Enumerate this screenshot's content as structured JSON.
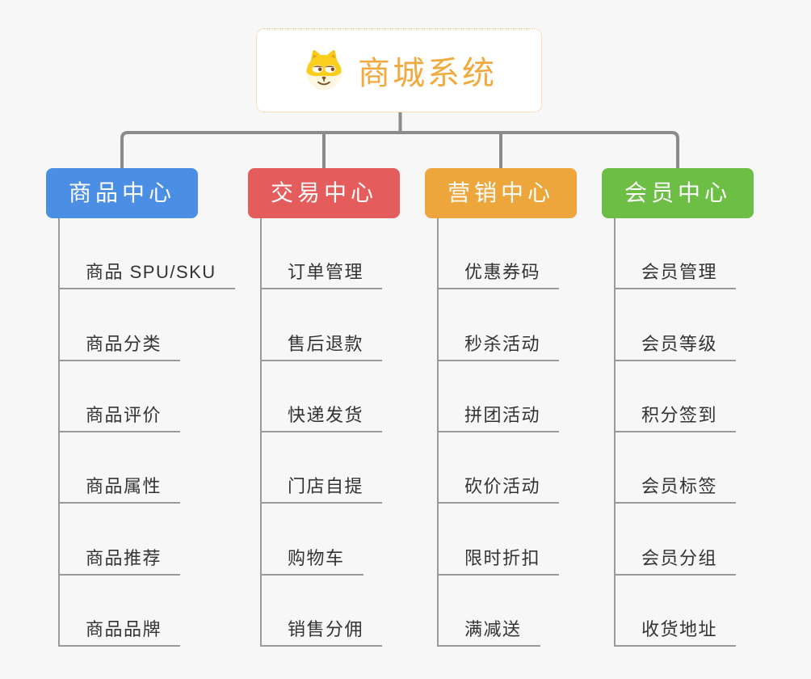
{
  "root": {
    "title": "商城系统",
    "icon": "doge-face-icon"
  },
  "branches": [
    {
      "label": "商品中心",
      "color": "#4A8FE4",
      "items": [
        "商品 SPU/SKU",
        "商品分类",
        "商品评价",
        "商品属性",
        "商品推荐",
        "商品品牌"
      ]
    },
    {
      "label": "交易中心",
      "color": "#E45C5C",
      "items": [
        "订单管理",
        "售后退款",
        "快递发货",
        "门店自提",
        "购物车",
        "销售分佣"
      ]
    },
    {
      "label": "营销中心",
      "color": "#EDA63B",
      "items": [
        "优惠券码",
        "秒杀活动",
        "拼团活动",
        "砍价活动",
        "限时折扣",
        "满减送"
      ]
    },
    {
      "label": "会员中心",
      "color": "#6CBE45",
      "items": [
        "会员管理",
        "会员等级",
        "积分签到",
        "会员标签",
        "会员分组",
        "收货地址"
      ]
    }
  ],
  "colors": {
    "background": "#F7F7F7",
    "root_text": "#F2A93E",
    "root_border": "#F0C070",
    "connector": "#8B8B8B",
    "leaf_line": "#9A9A9A",
    "leaf_text": "#333333"
  }
}
